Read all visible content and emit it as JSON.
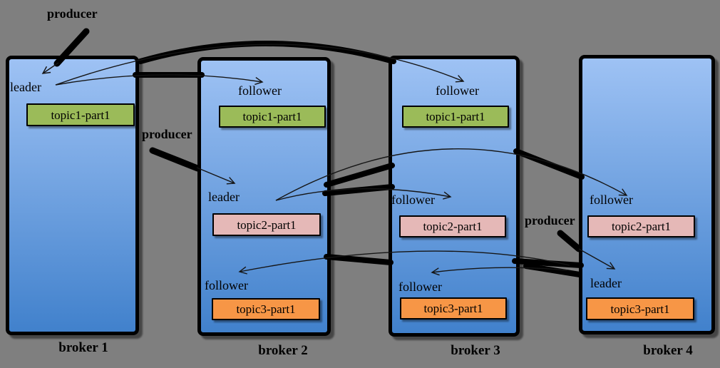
{
  "colors": {
    "background": "#7f7f7f",
    "broker_top": "#9ec2f4",
    "broker_bottom": "#4181cc",
    "outline": "#000000",
    "topic1": "#9bbb59",
    "topic2": "#e5b8b7",
    "topic3": "#f79646"
  },
  "producers": [
    {
      "label": "producer"
    },
    {
      "label": "producer"
    },
    {
      "label": "producer"
    }
  ],
  "brokers": [
    {
      "name": "broker 1",
      "slots": [
        {
          "role": "leader",
          "topic": "topic1-part1"
        }
      ]
    },
    {
      "name": "broker 2",
      "slots": [
        {
          "role": "follower",
          "topic": "topic1-part1"
        },
        {
          "role": "leader",
          "topic": "topic2-part1"
        },
        {
          "role": "follower",
          "topic": "topic3-part1"
        }
      ]
    },
    {
      "name": "broker 3",
      "slots": [
        {
          "role": "follower",
          "topic": "topic1-part1"
        },
        {
          "role": "follower",
          "topic": "topic2-part1"
        },
        {
          "role": "follower",
          "topic": "topic3-part1"
        }
      ]
    },
    {
      "name": "broker 4",
      "slots": [
        {
          "role": "follower",
          "topic": "topic2-part1"
        },
        {
          "role": "leader",
          "topic": "topic3-part1"
        }
      ]
    }
  ]
}
